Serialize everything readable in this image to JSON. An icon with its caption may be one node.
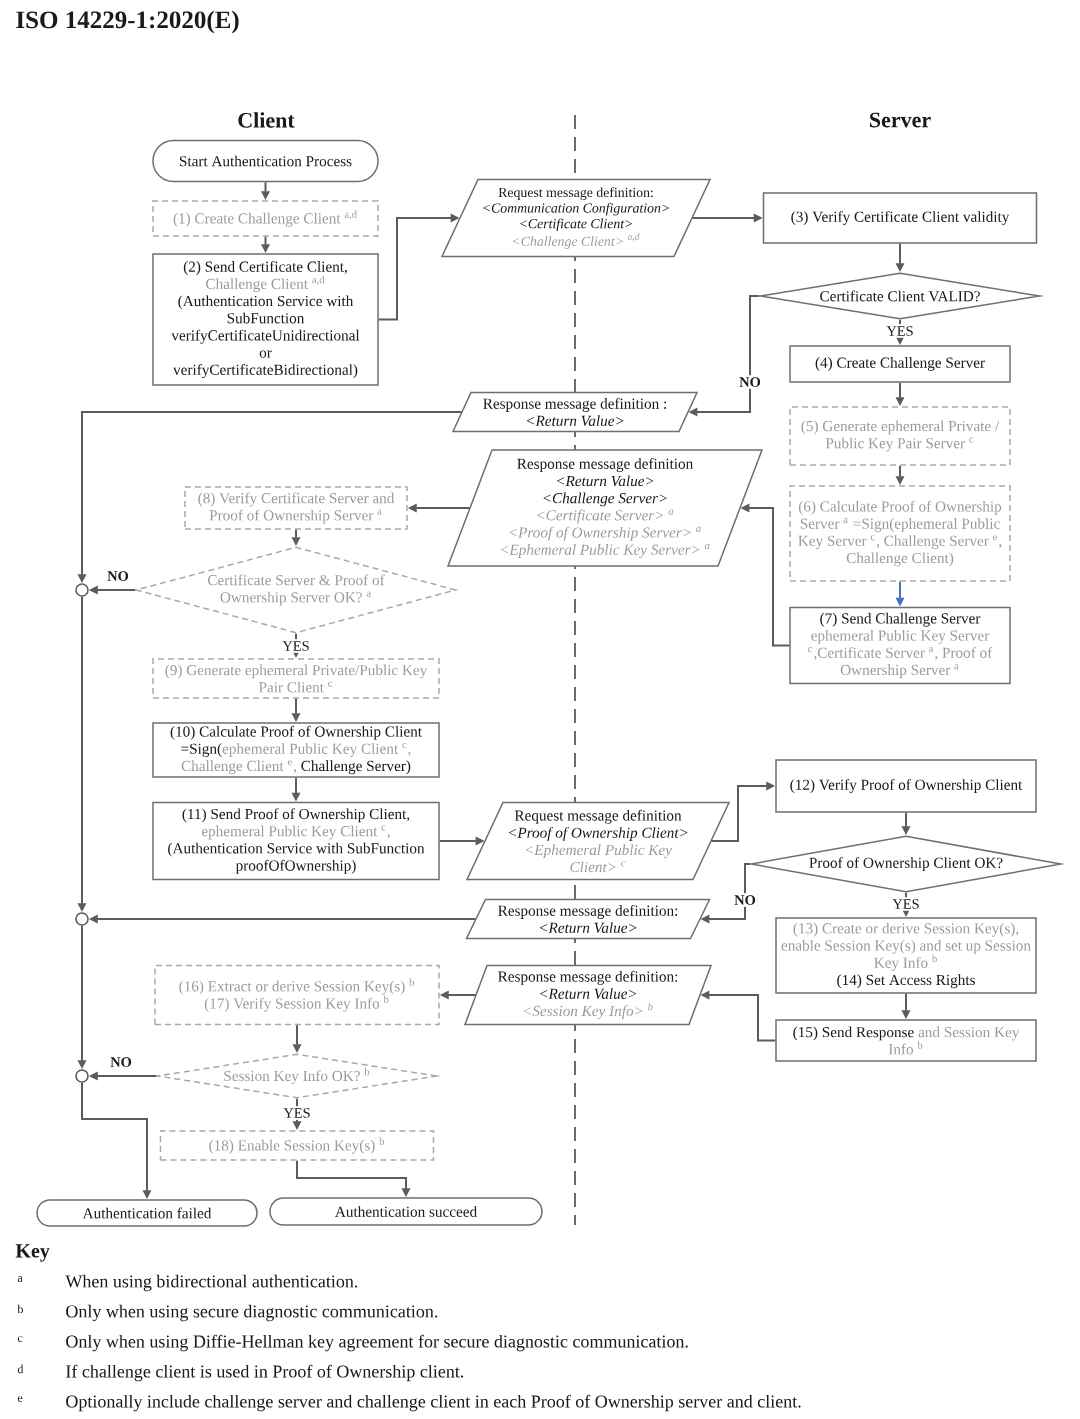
{
  "diagram": {
    "nodes": [
      {
        "text": [
          "Start Authentication Process"
        ]
      },
      {
        "text": [
          "(1) Create Challenge Client $^{a,d}$"
        ]
      },
      {
        "text": [
          "(2) Send Certificate Client,",
          "Challenge Client $^{a,d}$",
          "(Authentication Service with SubFunction verifyCertificateUnidirectional or verifyCertificateBidirectional)"
        ]
      },
      {
        "text": [
          "Request message definition:",
          "<Communication Configuration>",
          "<Certificate Client>",
          "<Challenge Client> $^{a,d}$"
        ]
      },
      {
        "text": [
          "(3) Verify Certificate Client validity"
        ]
      },
      {
        "text": [
          "Certificate Client VALID?"
        ]
      },
      {
        "text": [
          "(4) Create Challenge Server"
        ]
      },
      {
        "text": [
          "Response message definition :",
          "<Return Value>"
        ]
      },
      {
        "text": [
          "(5) Generate ephemeral Private / Public Key Pair Server $^{c}$"
        ]
      },
      {
        "text": [
          "Response message definition",
          "<Return Value>",
          "<Challenge Server>",
          "<Certificate Server> $^{a}$",
          "<Proof of Ownership Server> $^{a}$",
          "<Ephemeral Public Key Server> $^{a}$"
        ]
      },
      {
        "text": [
          "(8) Verify Certificate Server and Proof of Ownership Server $^{a}$"
        ]
      },
      {
        "text": [
          "(6) Calculate Proof of Ownership Server $^{a}$ =Sign(ephemeral Public Key Server $^{c}$, Challenge Server $^{e}$, Challenge Client)"
        ]
      },
      {
        "text": [
          "Certificate Server & Proof of Ownership Server OK? $^{a}$"
        ]
      },
      {
        "text": [
          "(7) Send Challenge Server",
          "ephemeral Public Key Server $^{c}$,Certificate Server $^{a}$, Proof of Ownership Server $^{a}$"
        ]
      },
      {
        "text": [
          "(9) Generate ephemeral Private/Public Key Pair Client $^{c}$"
        ]
      },
      {
        "text": [
          "(10) Calculate Proof of Ownership Client =Sign(",
          "ephemeral Public Key Client $^{c}$,",
          "Challenge Client $^{e}$,",
          "Challenge Server)"
        ]
      },
      {
        "text": [
          "(11) Send Proof of Ownership Client,",
          "ephemeral Public Key Client $^{c}$,",
          "(Authentication Service with SubFunction proofOfOwnership)"
        ]
      },
      {
        "text": [
          "Request message definition",
          "<Proof of Ownership Client>",
          "<Ephemeral Public Key Client> $^{c}$"
        ]
      },
      {
        "text": [
          "(12) Verify Proof of Ownership Client"
        ]
      },
      {
        "text": [
          "Proof of Ownership Client OK?"
        ]
      },
      {
        "text": [
          "Response message definition:",
          "<Return Value>"
        ]
      },
      {
        "text": [
          "(13) Create or derive Session Key(s), enable Session Key(s) and set up Session Key Info $^{b}$",
          "(14) Set Access Rights"
        ]
      },
      {
        "text": [
          "(16) Extract or derive Session Key(s) $^{b}$",
          "(17) Verify Session Key Info $^{b}$"
        ]
      },
      {
        "text": [
          "Response message definition:",
          "<Return Value>",
          "<Session Key Info> $^{b}$"
        ]
      },
      {
        "text": [
          "(15) Send Response",
          "and Session Key Info $^{b}$"
        ]
      },
      {
        "text": [
          "Session Key Info OK? $^{b}$"
        ]
      },
      {
        "text": [
          "(18) Enable Session Key(s) $^{b}$"
        ]
      },
      {
        "text": [
          "Authentication failed"
        ]
      },
      {
        "text": [
          "Authentication succeed"
        ]
      },
      {
        "text": [],
        "shape": "circle"
      },
      {
        "text": [],
        "shape": "circle"
      },
      {
        "text": [],
        "shape": "circle"
      }
    ],
    "edges": [
      {
        "from": 0,
        "to": 1,
        "arrow": "to"
      },
      {
        "from": 1,
        "to": 2,
        "arrow": "to"
      },
      {
        "from": 2,
        "to": 3,
        "arrow": "to"
      },
      {
        "from": 3,
        "to": 4,
        "arrow": "to"
      },
      {
        "from": 4,
        "to": 5,
        "arrow": "to"
      },
      {
        "from": 5,
        "to": 6,
        "arrow": "to",
        "label": "YES"
      },
      {
        "from": 5,
        "to": 7,
        "arrow": "to",
        "label": "NO"
      },
      {
        "from": 6,
        "to": 8,
        "arrow": "to"
      },
      {
        "from": 7,
        "to": 29,
        "arrow": "to"
      },
      {
        "from": 8,
        "to": 11,
        "arrow": "to"
      },
      {
        "from": 11,
        "to": 13,
        "arrow": "to",
        "color": "#4472c4"
      },
      {
        "from": 13,
        "to": 9,
        "arrow": "to"
      },
      {
        "from": 9,
        "to": 10,
        "arrow": "to"
      },
      {
        "from": 10,
        "to": 12,
        "arrow": "to"
      },
      {
        "from": 12,
        "to": 29,
        "arrow": "to",
        "label": "NO"
      },
      {
        "from": 12,
        "to": 14,
        "arrow": "to",
        "label": "YES"
      },
      {
        "from": 14,
        "to": 15,
        "arrow": "to"
      },
      {
        "from": 15,
        "to": 16,
        "arrow": "to"
      },
      {
        "from": 16,
        "to": 17,
        "arrow": "to"
      },
      {
        "from": 17,
        "to": 18,
        "arrow": "to"
      },
      {
        "from": 18,
        "to": 19,
        "arrow": "to"
      },
      {
        "from": 19,
        "to": 20,
        "arrow": "to",
        "label": "NO"
      },
      {
        "from": 19,
        "to": 21,
        "arrow": "to",
        "label": "YES"
      },
      {
        "from": 20,
        "to": 30,
        "arrow": "to"
      },
      {
        "from": 29,
        "to": 30,
        "arrow": "to"
      },
      {
        "from": 21,
        "to": 24,
        "arrow": "to"
      },
      {
        "from": 24,
        "to": 23,
        "arrow": "to"
      },
      {
        "from": 23,
        "to": 22,
        "arrow": "to"
      },
      {
        "from": 22,
        "to": 25,
        "arrow": "to"
      },
      {
        "from": 25,
        "to": 31,
        "arrow": "to",
        "label": "NO"
      },
      {
        "from": 30,
        "to": 31,
        "arrow": "to"
      },
      {
        "from": 25,
        "to": 26,
        "arrow": "to",
        "label": "YES"
      },
      {
        "from": 31,
        "to": 27,
        "arrow": "to"
      },
      {
        "from": 26,
        "to": 28,
        "arrow": "to"
      }
    ],
    "labels": [
      "ISO 14229-1:2020(E)",
      "Client",
      "Server",
      "Key",
      "a",
      "When using bidirectional authentication.",
      "b",
      "Only when using secure diagnostic communication.",
      "c",
      "Only when using Diffie-Hellman key agreement for secure diagnostic communication.",
      "d",
      "If challenge client is used in Proof of Ownership client.",
      "e",
      "Optionally include challenge server and challenge client in each Proof of Ownership server and client."
    ]
  }
}
